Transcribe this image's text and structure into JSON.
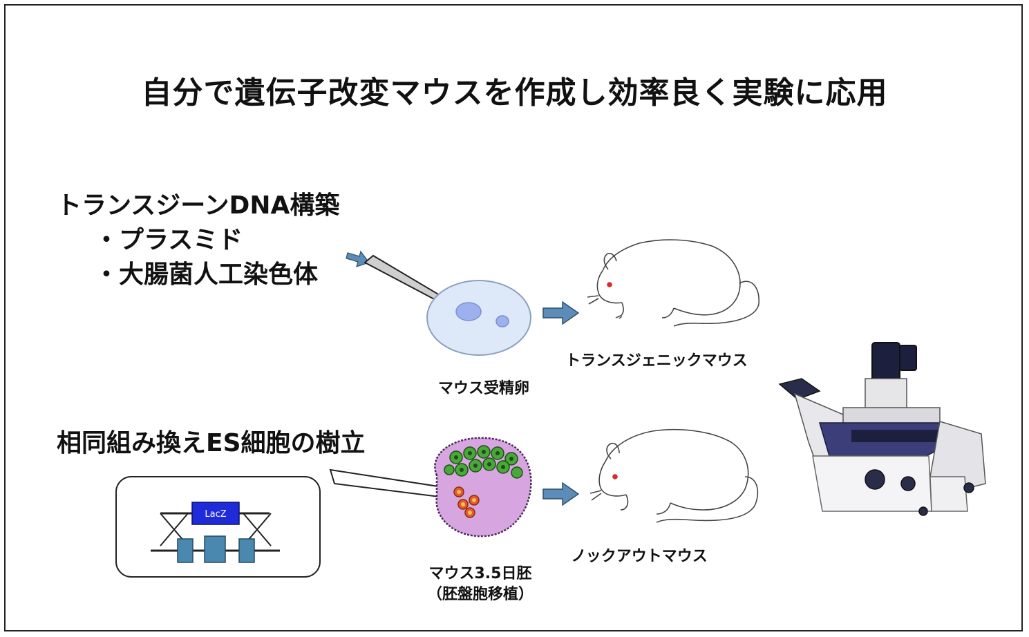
{
  "slide": {
    "title": "自分で遺伝子改変マウスを作成し効率良く実験に応用"
  },
  "transgene_section": {
    "heading": "トランスジーンDNA構築",
    "bullets": [
      "・プラスミド",
      "・大腸菌人工染色体"
    ]
  },
  "es_section": {
    "heading": "相同組み換えES細胞の樹立",
    "construct_label": "LacZ"
  },
  "captions": {
    "fertilized_egg": "マウス受精卵",
    "transgenic_mouse": "トランスジェニックマウス",
    "embryo_line1": "マウス3.5日胚",
    "embryo_line2": "（胚盤胞移植）",
    "knockout_mouse": "ノックアウトマウス"
  },
  "colors": {
    "arrow": "#5b8db8",
    "egg_fill": "#dde8f8",
    "blastocyst_fill": "#d7a6e0",
    "es_cell_green": "#4aa83a",
    "construct_blue": "#4a88b0",
    "lacz_blue": "#1f2bd8"
  },
  "icons": [
    "microinjection-needle-icon",
    "mouse-illustration-icon",
    "microscope-icon",
    "right-arrow-icon"
  ]
}
